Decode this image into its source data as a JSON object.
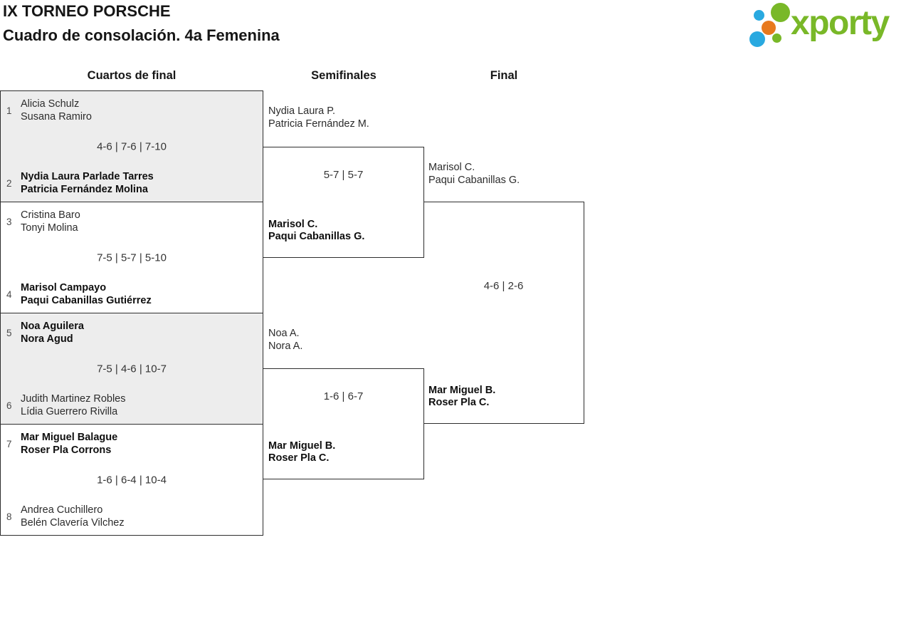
{
  "page": {
    "title": "IX TORNEO PORSCHE",
    "subtitle": "Cuadro de consolación. 4a Femenina"
  },
  "logo": {
    "text": "xporty"
  },
  "colors": {
    "brand_green": "#79b828",
    "brand_orange": "#e8791d",
    "brand_blue": "#29a9e0",
    "box_gray": "#ededed",
    "line": "#2e2e2e"
  },
  "round_headers": {
    "quarterfinals": "Cuartos de final",
    "semifinals": "Semifinales",
    "final": "Final"
  },
  "bracket": {
    "quarterfinals": [
      {
        "seed_top": "1",
        "team_top": {
          "line1": "Alicia Schulz",
          "line2": "Susana Ramiro"
        },
        "score": "4-6 | 7-6 | 7-10",
        "seed_bottom": "2",
        "team_bottom": {
          "line1": "Nydia Laura Parlade Tarres",
          "line2": "Patricia Fernández Molina"
        }
      },
      {
        "seed_top": "3",
        "team_top": {
          "line1": "Cristina Baro",
          "line2": "Tonyi Molina"
        },
        "score": "7-5 | 5-7 | 5-10",
        "seed_bottom": "4",
        "team_bottom": {
          "line1": "Marisol Campayo",
          "line2": "Paqui Cabanillas Gutiérrez"
        }
      },
      {
        "seed_top": "5",
        "team_top": {
          "line1": "Noa Aguilera",
          "line2": "Nora Agud"
        },
        "score": "7-5 | 4-6 | 10-7",
        "seed_bottom": "6",
        "team_bottom": {
          "line1": "Judith Martinez Robles",
          "line2": "Lídia Guerrero Rivilla"
        }
      },
      {
        "seed_top": "7",
        "team_top": {
          "line1": "Mar Miguel Balague",
          "line2": "Roser Pla Corrons"
        },
        "score": "1-6 | 6-4 | 10-4",
        "seed_bottom": "8",
        "team_bottom": {
          "line1": "Andrea Cuchillero",
          "line2": "Belén Clavería Vilchez"
        }
      }
    ],
    "semifinals": [
      {
        "team_top": {
          "line1": "Nydia Laura P.",
          "line2": "Patricia Fernández M."
        },
        "score": "5-7 | 5-7",
        "team_bottom": {
          "line1": "Marisol C.",
          "line2": "Paqui Cabanillas G."
        }
      },
      {
        "team_top": {
          "line1": "Noa A.",
          "line2": "Nora A."
        },
        "score": "1-6 | 6-7",
        "team_bottom": {
          "line1": "Mar Miguel B.",
          "line2": "Roser Pla C."
        }
      }
    ],
    "final": {
      "team_top": {
        "line1": "Marisol C.",
        "line2": "Paqui Cabanillas G."
      },
      "score": "4-6 | 2-6",
      "team_bottom": {
        "line1": "Mar Miguel B.",
        "line2": "Roser Pla C."
      }
    }
  }
}
